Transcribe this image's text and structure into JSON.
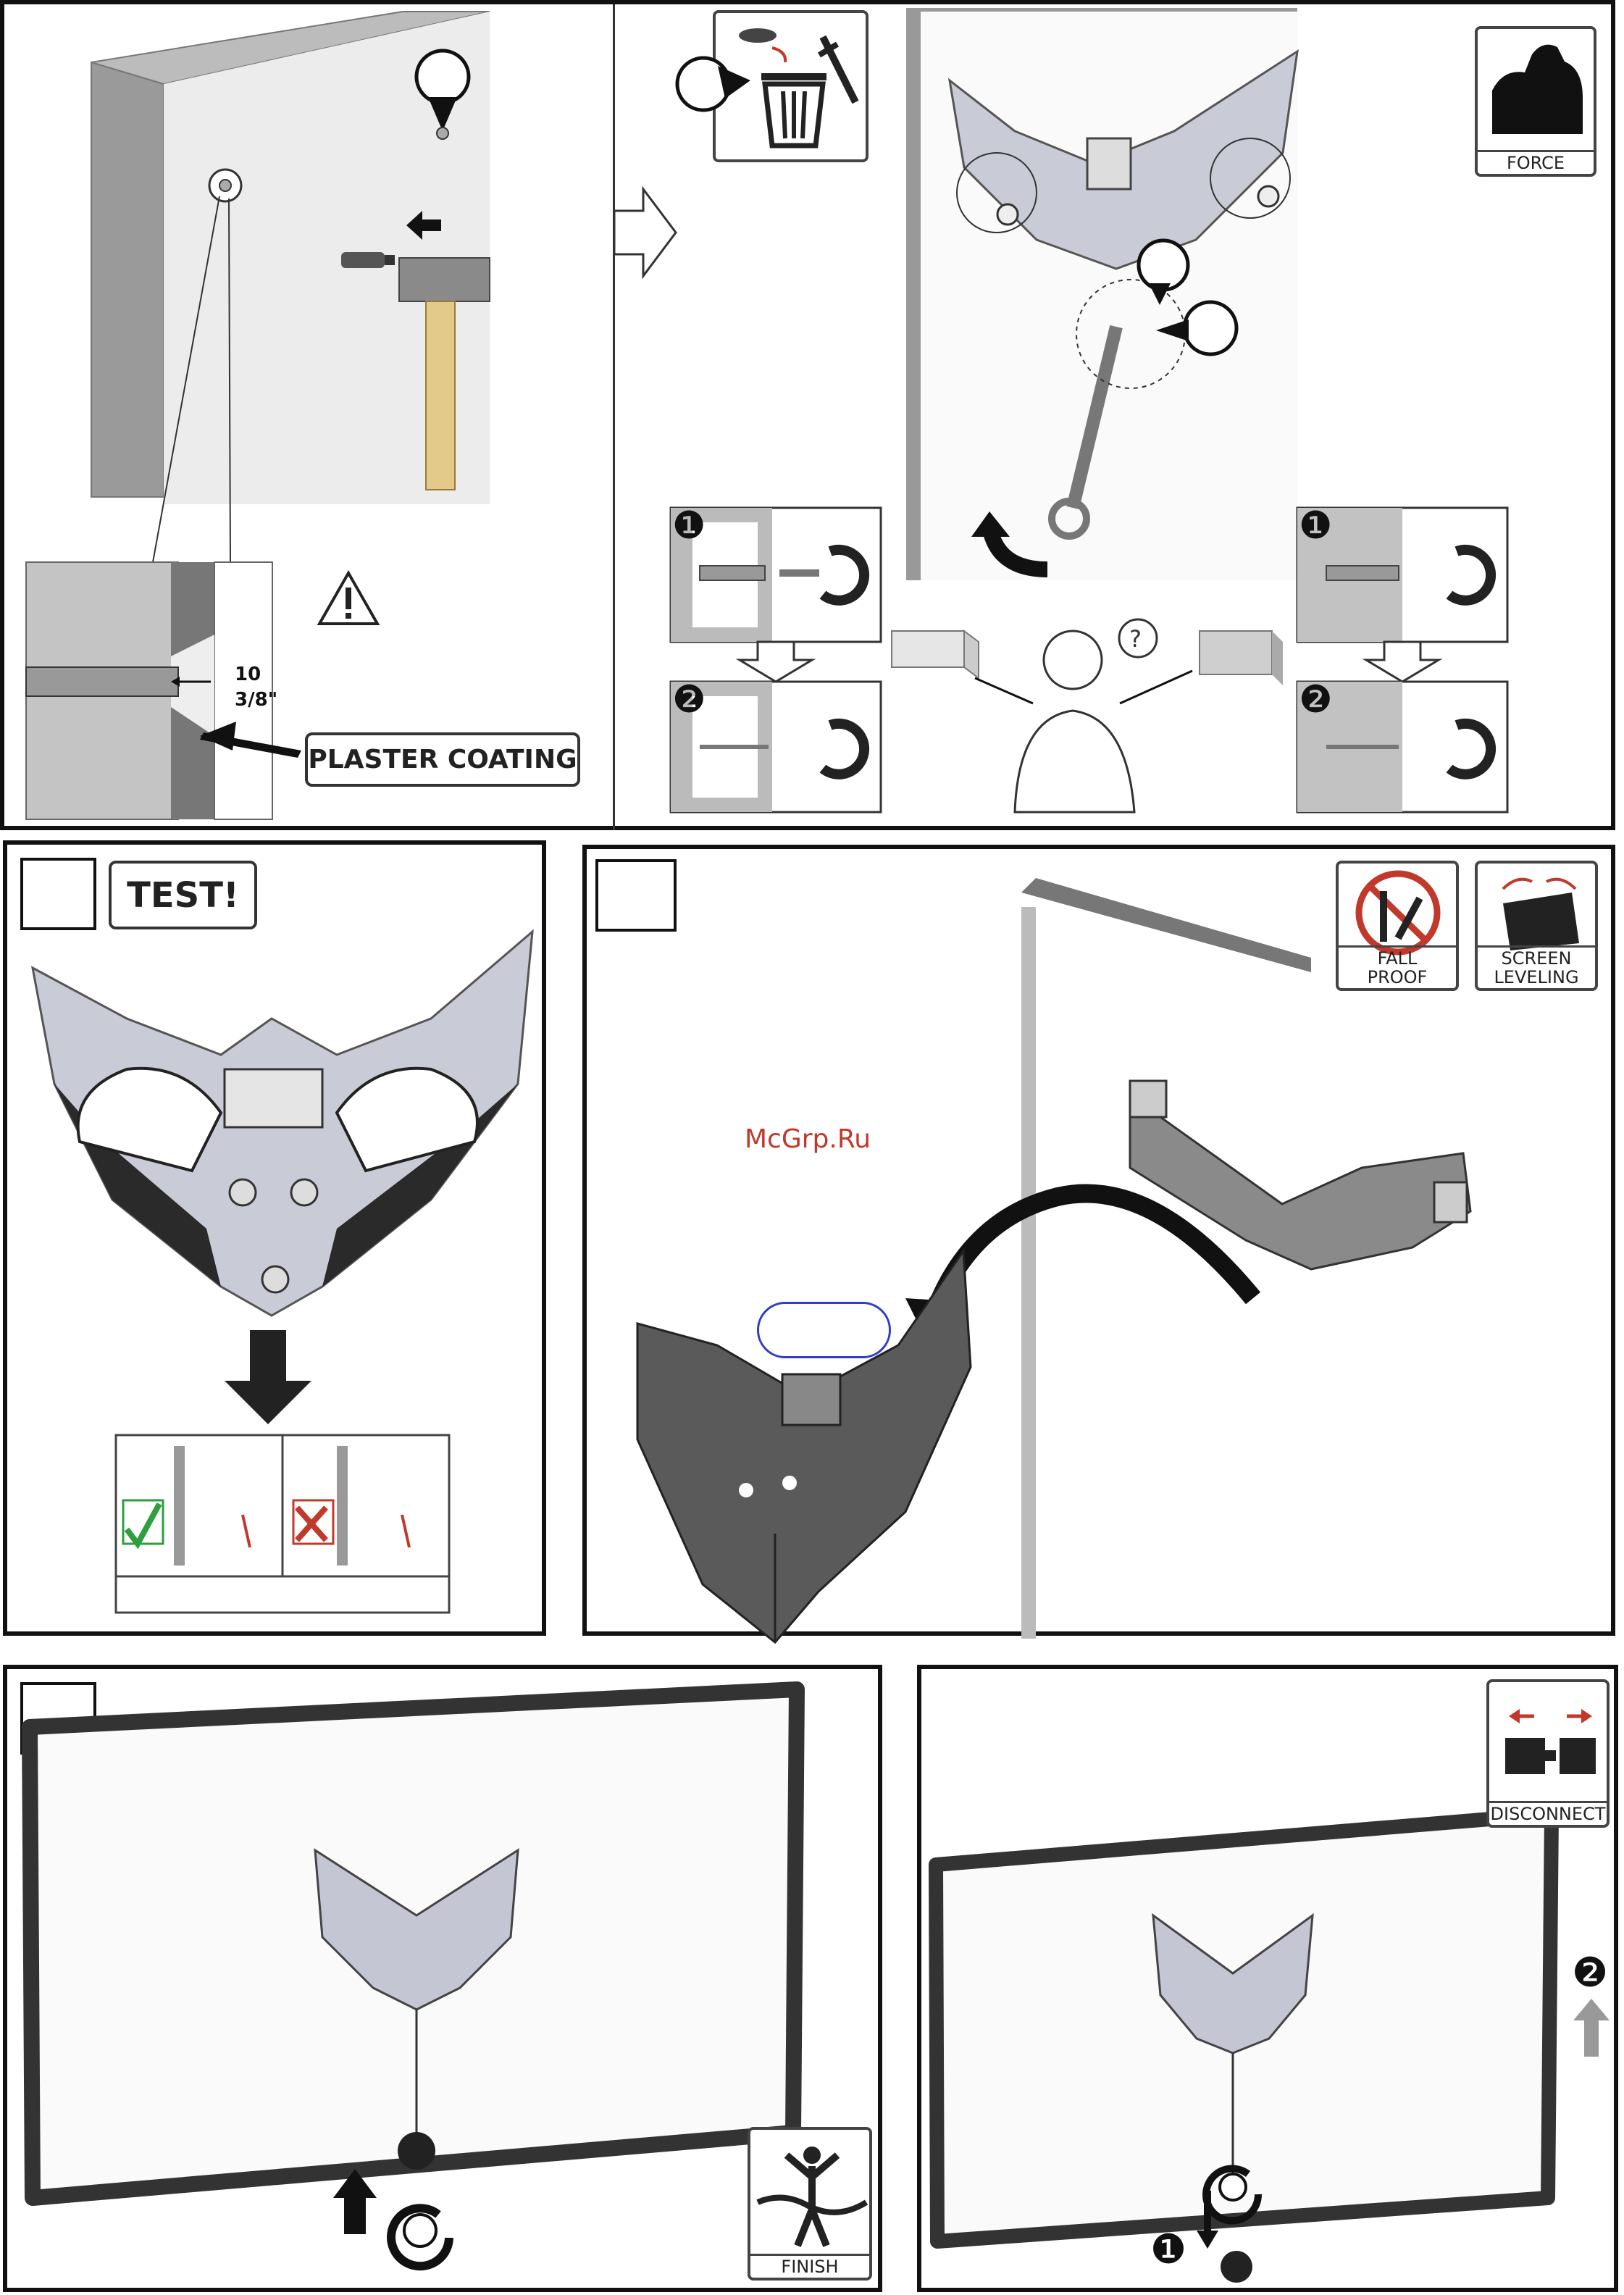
{
  "panel_top": {
    "plaster_label": "PLASTER COATING",
    "depth_mm": "10",
    "depth_in": "3/8\"",
    "force_label": "FORCE",
    "sub_step_1": "❶",
    "sub_step_2": "❷"
  },
  "panel_test": {
    "test_label": "TEST!"
  },
  "panel_hang": {
    "watermark": "McGrp.Ru",
    "fall_proof_label": "FALL\nPROOF",
    "screen_leveling_label": "SCREEN\nLEVELING"
  },
  "panel_finish": {
    "finish_label": "FINISH"
  },
  "panel_disconnect": {
    "disconnect_label": "DISCONNECT",
    "step_1": "❶",
    "step_2": "❷"
  }
}
